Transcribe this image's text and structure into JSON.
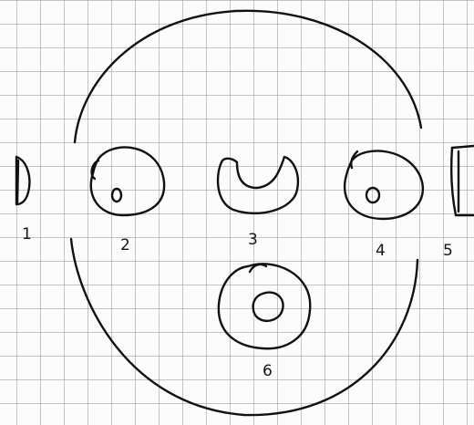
{
  "labels": {
    "part_1": "1",
    "part_2": "2",
    "part_3": "3",
    "part_4": "4",
    "part_5": "5",
    "part_6": "6"
  },
  "ink_color": "#111111",
  "paper_color": "#fcfcfc",
  "grid_color": "#969696"
}
